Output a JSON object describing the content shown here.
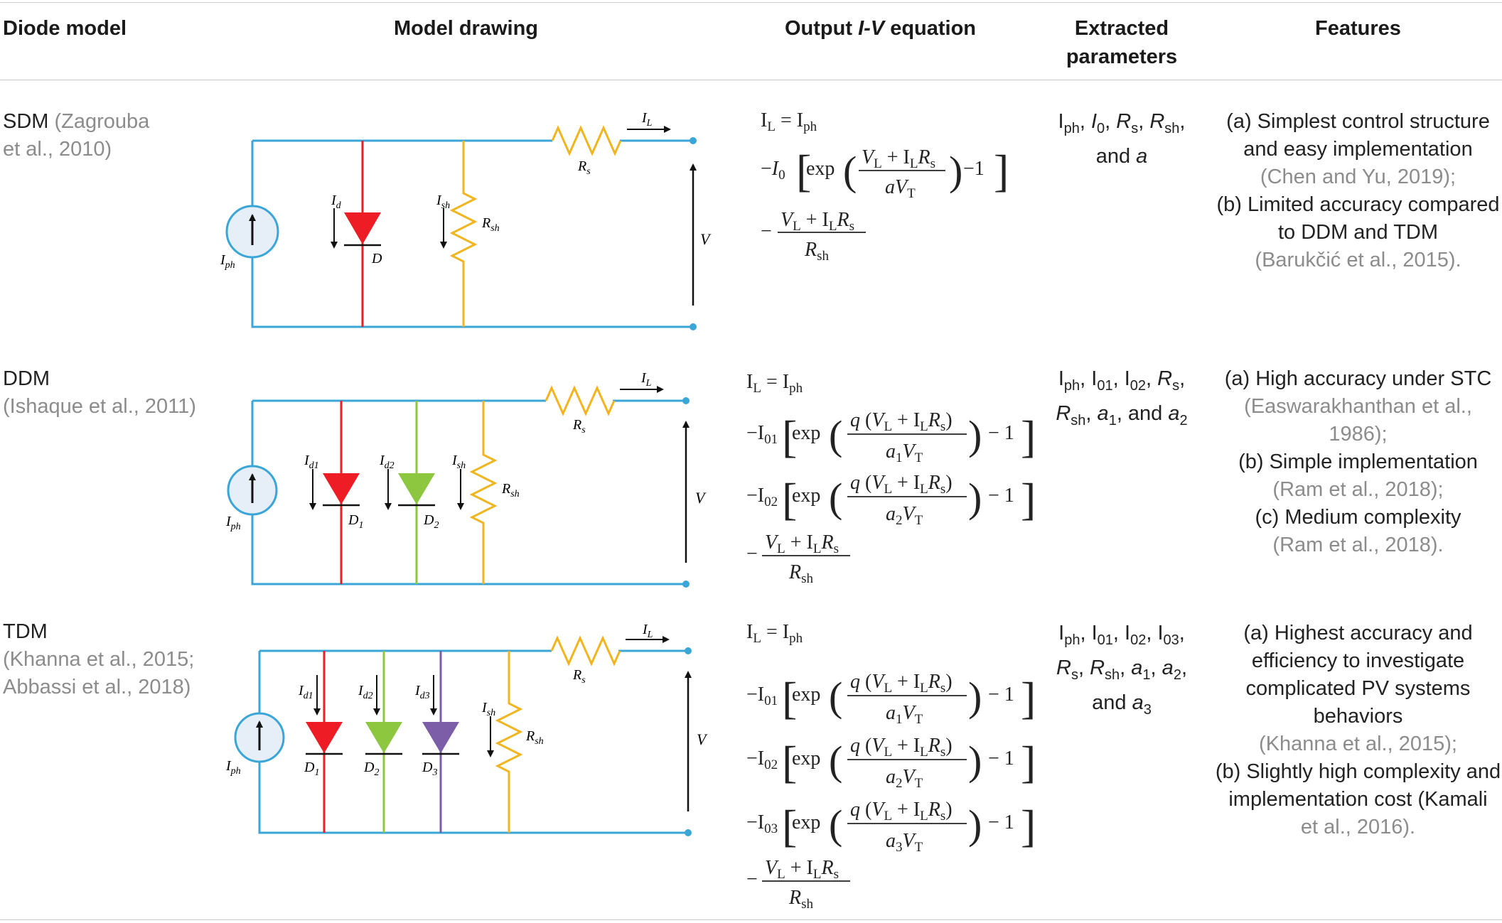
{
  "headers": {
    "diode_model": "Diode model",
    "model_drawing": "Model drawing",
    "output_eq_prefix": "Output ",
    "output_eq_iv": "I-V",
    "output_eq_suffix": " equation",
    "extracted_line1": "Extracted",
    "extracted_line2": "parameters",
    "features": "Features"
  },
  "rows": [
    {
      "model": "SDM",
      "cite_lines": [
        "(Zagrouba",
        "et al., 2010)"
      ],
      "params_lines": [
        "Iph, I0, Rs, Rsh,",
        "and a"
      ],
      "features_lines": [
        {
          "text": "(a) Simplest control structure",
          "cite": false
        },
        {
          "text": "and easy implementation",
          "cite": false
        },
        {
          "text": "(Chen and Yu, 2019);",
          "cite": true
        },
        {
          "text": "(b) Limited accuracy compared",
          "cite": false
        },
        {
          "text": "to DDM and TDM",
          "cite": false
        },
        {
          "text": "(Barukčić et al., 2015).",
          "cite": true
        }
      ]
    },
    {
      "model": "DDM",
      "cite_lines": [
        "(Ishaque et al., 2011)"
      ],
      "params_lines": [
        "Iph, I01, I02, Rs,",
        "Rsh, a1, and a2"
      ],
      "features_lines": [
        {
          "text": "(a) High accuracy under STC",
          "cite": false
        },
        {
          "text": "(Easwarakhanthan et al., 1986);",
          "cite": true
        },
        {
          "text": "(b) Simple implementation",
          "cite": false
        },
        {
          "text": "(Ram et al., 2018);",
          "cite": true
        },
        {
          "text": "(c) Medium complexity",
          "cite": false
        },
        {
          "text": "(Ram et al., 2018).",
          "cite": true
        }
      ]
    },
    {
      "model": "TDM",
      "cite_lines": [
        "(Khanna et al., 2015;",
        "Abbassi et al., 2018)"
      ],
      "params_lines": [
        "Iph, I01, I02, I03,",
        "Rs, Rsh, a1, a2,",
        "and a3"
      ],
      "features_lines": [
        {
          "text": "(a) Highest accuracy and",
          "cite": false
        },
        {
          "text": "efficiency to investigate",
          "cite": false
        },
        {
          "text": "complicated PV systems",
          "cite": false
        },
        {
          "text": "behaviors",
          "cite": false
        },
        {
          "text": "(Khanna et al., 2015);",
          "cite": true
        },
        {
          "text": "(b) Slightly high complexity and",
          "cite": false
        },
        {
          "text": "implementation cost (Kamali",
          "cite": false
        },
        {
          "text": "et al., 2016).",
          "cite": true
        }
      ]
    }
  ],
  "circuit_labels": {
    "iph": "I",
    "iph_sub": "ph",
    "id": "I",
    "id_sub": "d",
    "id1_sub": "d1",
    "id2_sub": "d2",
    "id3_sub": "d3",
    "ish": "I",
    "ish_sub": "sh",
    "rs": "R",
    "rs_sub": "s",
    "rsh": "R",
    "rsh_sub": "sh",
    "il": "I",
    "il_sub": "L",
    "d": "D",
    "d1": "D",
    "d2": "D",
    "d3": "D",
    "v": "V"
  },
  "equation_symbols": {
    "exp": "exp",
    "minus_one": "−1",
    "minus_one_spaced": "− 1",
    "one": "1",
    "q": "q"
  },
  "colors": {
    "wire": "#3aa6d8",
    "diode1": "#ee1c24",
    "diode2": "#8dc63f",
    "diode3": "#7b5ea7",
    "shunt": "#f2b51f",
    "source_fill": "#e6eef8",
    "cite_gray": "#8c8c8c"
  }
}
